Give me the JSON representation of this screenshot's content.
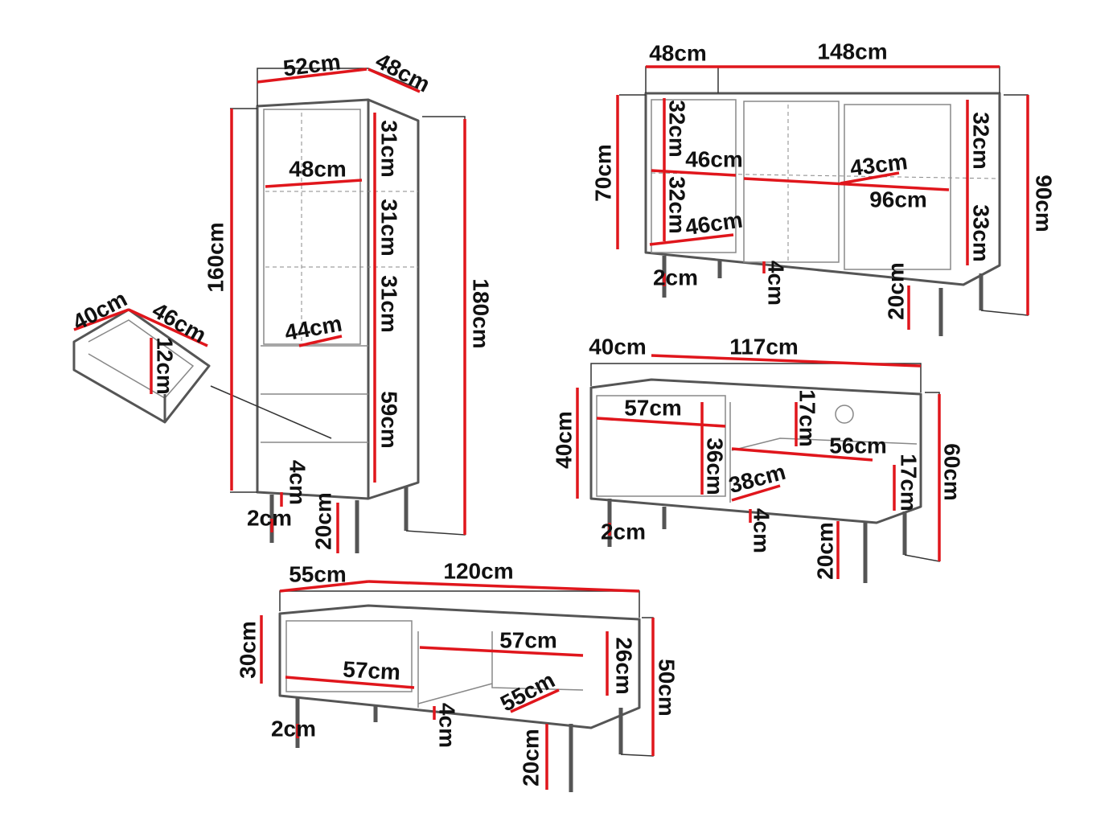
{
  "colors": {
    "dimension_line": "#e0161c",
    "outline": "#555555"
  },
  "labels": [
    "52cm",
    "48cm",
    "48cm",
    "31cm",
    "31cm",
    "31cm",
    "44cm",
    "59cm",
    "4cm",
    "2cm",
    "20cm",
    "160cm",
    "180cm",
    "40cm",
    "46cm",
    "12cm",
    "48cm",
    "148cm",
    "32cm",
    "46cm",
    "32cm",
    "46cm",
    "43cm",
    "96cm",
    "32cm",
    "33cm",
    "70cm",
    "90cm",
    "2cm",
    "4cm",
    "20cm",
    "40cm",
    "117cm",
    "57cm",
    "17cm",
    "56cm",
    "36cm",
    "38cm",
    "17cm",
    "40cm",
    "60cm",
    "2cm",
    "4cm",
    "20cm",
    "55cm",
    "120cm",
    "57cm",
    "26cm",
    "57cm",
    "55cm",
    "30cm",
    "50cm",
    "2cm",
    "4cm",
    "20cm"
  ]
}
